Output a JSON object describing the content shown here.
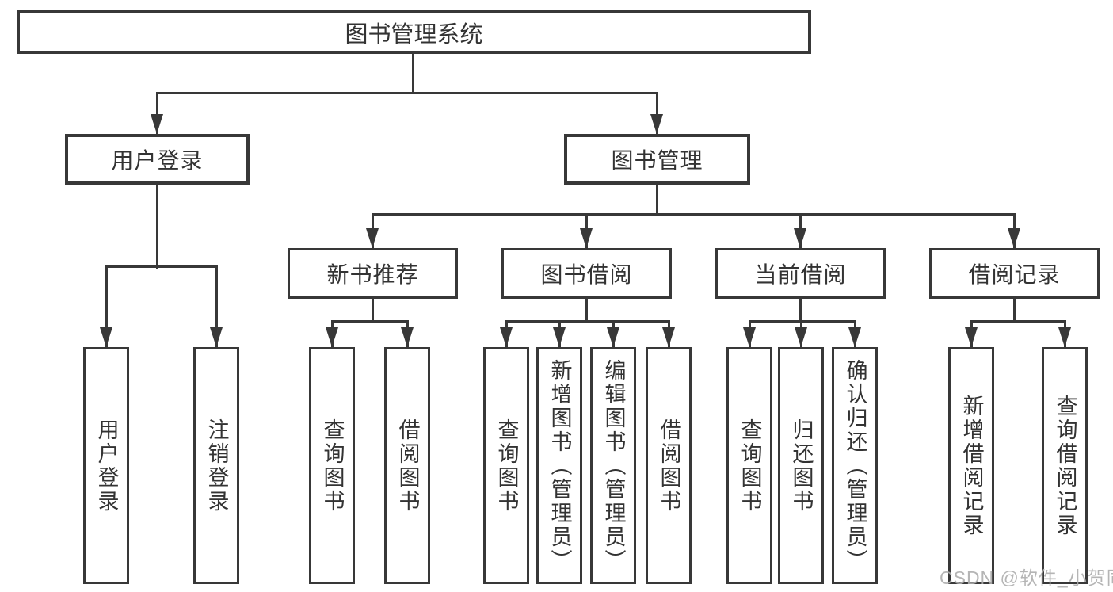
{
  "tree": {
    "root": "图书管理系统",
    "level2": {
      "user_login": "用户登录",
      "book_management": "图书管理"
    },
    "level3": {
      "new_book_recommend": "新书推荐",
      "book_borrow": "图书借阅",
      "current_borrow": "当前借阅",
      "borrow_records": "借阅记录"
    },
    "leaves": {
      "user_login": [
        "用户登录",
        "注销登录"
      ],
      "new_book_recommend": [
        "查询图书",
        "借阅图书"
      ],
      "book_borrow": [
        "查询图书",
        "新增图书（管理员）",
        "编辑图书（管理员）",
        "借阅图书"
      ],
      "current_borrow": [
        "查询图书",
        "归还图书",
        "确认归还（管理员）"
      ],
      "borrow_records": [
        "新增借阅记录",
        "查询借阅记录"
      ]
    }
  },
  "watermark": {
    "text": "CSDN @软件_小贺同学"
  },
  "colors": {
    "line": "#383838",
    "box_border": "#383838",
    "background": "#ffffff",
    "text": "#333333",
    "watermark": "#adadad"
  }
}
